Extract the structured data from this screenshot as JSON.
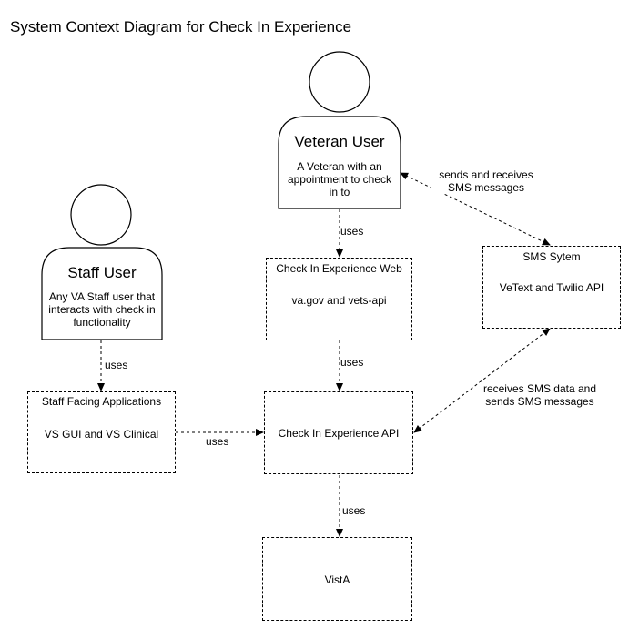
{
  "diagram": {
    "title": "System Context Diagram for Check In Experience"
  },
  "persons": {
    "veteran": {
      "name": "Veteran User",
      "description": "A Veteran with an appointment to check in to"
    },
    "staff": {
      "name": "Staff User",
      "description": "Any VA Staff user that interacts with check in functionality"
    }
  },
  "systems": {
    "web": {
      "title": "Check In Experience Web",
      "description": "va.gov and vets-api"
    },
    "sms": {
      "title": "SMS Sytem",
      "description": "VeText and Twilio API"
    },
    "staff_apps": {
      "title": "Staff Facing Applications",
      "description": "VS GUI and VS Clinical"
    },
    "api": {
      "title": "",
      "description": "Check In Experience API"
    },
    "vista": {
      "title": "",
      "description": "VistA"
    }
  },
  "edges": {
    "veteran_web": "uses",
    "veteran_sms": "sends and receives SMS messages",
    "web_api": "uses",
    "staff_staffapps": "uses",
    "staffapps_api": "uses",
    "api_sms": "receives SMS data and sends SMS messages",
    "api_vista": "uses"
  }
}
